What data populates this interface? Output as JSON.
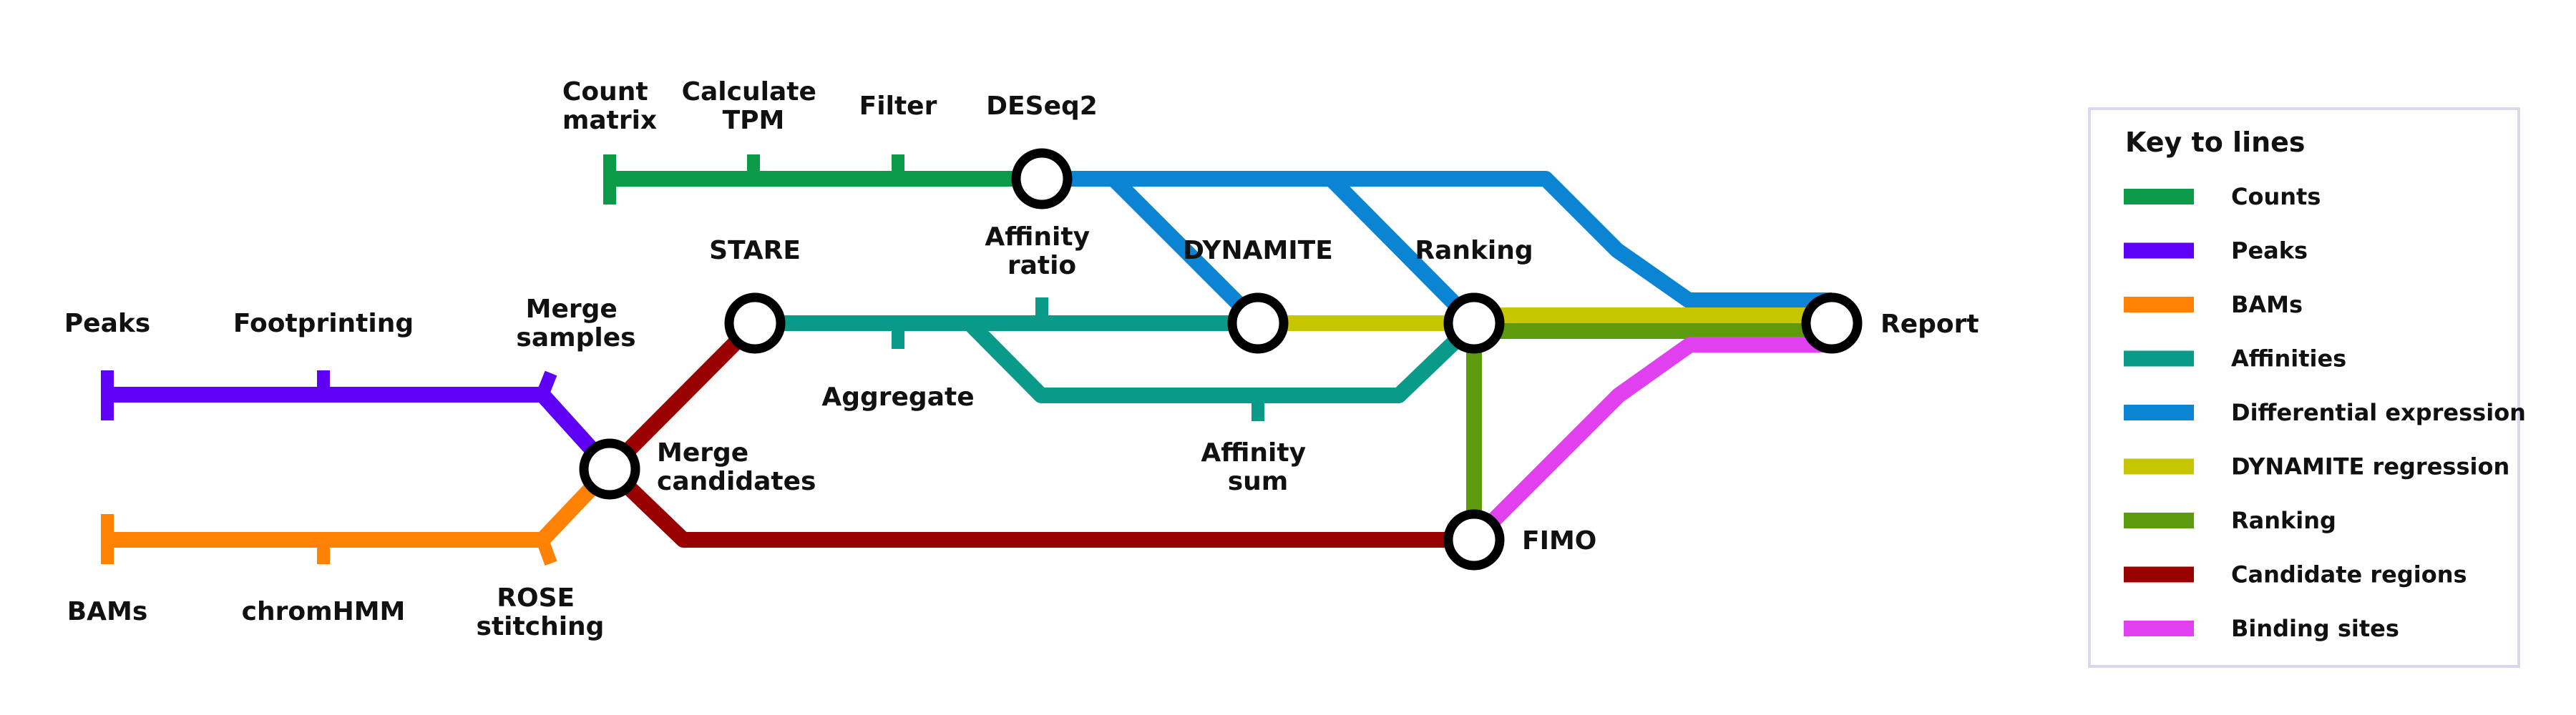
{
  "colors": {
    "counts": "#0a9a48",
    "peaks": "#5d00f5",
    "bams": "#ff8204",
    "affinities": "#0a9a8a",
    "differential_expression": "#0b84d4",
    "dynamite_regression": "#c6c600",
    "ranking": "#5e9a0e",
    "candidate_regions": "#990000",
    "binding_sites": "#e040f0"
  },
  "stations": {
    "count_matrix": [
      "Count",
      "matrix"
    ],
    "calculate_tpm": [
      "Calculate",
      "TPM"
    ],
    "filter": "Filter",
    "deseq2": "DESeq2",
    "affinity_ratio": [
      "Affinity",
      "ratio"
    ],
    "stare": "STARE",
    "dynamite": "DYNAMITE",
    "ranking": "Ranking",
    "report": "Report",
    "peaks": "Peaks",
    "footprinting": "Footprinting",
    "merge_samples": [
      "Merge",
      "samples"
    ],
    "merge_candidates": [
      "Merge",
      "candidates"
    ],
    "aggregate": "Aggregate",
    "affinity_sum": [
      "Affinity",
      "sum"
    ],
    "bams": "BAMs",
    "chromhmm": "chromHMM",
    "rose_stitching": [
      "ROSE",
      "stitching"
    ],
    "fimo": "FIMO"
  },
  "key": {
    "title": "Key to lines",
    "items": [
      {
        "label": "Counts",
        "color": "#0a9a48"
      },
      {
        "label": "Peaks",
        "color": "#5d00f5"
      },
      {
        "label": "BAMs",
        "color": "#ff8204"
      },
      {
        "label": "Affinities",
        "color": "#0a9a8a"
      },
      {
        "label": "Differential expression",
        "color": "#0b84d4"
      },
      {
        "label": "DYNAMITE regression",
        "color": "#c6c600"
      },
      {
        "label": "Ranking",
        "color": "#5e9a0e"
      },
      {
        "label": "Candidate regions",
        "color": "#990000"
      },
      {
        "label": "Binding sites",
        "color": "#e040f0"
      }
    ]
  }
}
